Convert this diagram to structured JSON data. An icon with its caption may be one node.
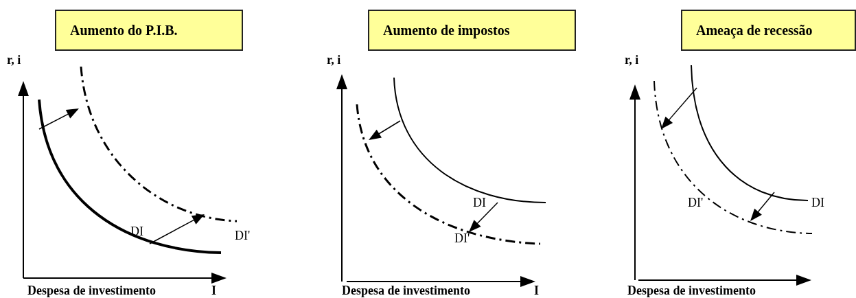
{
  "diagram": {
    "nodes": [
      {
        "text": [
          "Aumento do P.I.B."
        ]
      },
      {
        "text": [
          "Aumento de impostos"
        ]
      },
      {
        "text": [
          "Ameaça de recessão"
        ]
      }
    ],
    "labels": [
      "r, i",
      "DI",
      "DI'",
      "Despesa de investimento",
      "I",
      "r, i",
      "DI",
      "DI'",
      "Despesa de investimento",
      "I",
      "r, i",
      "DI'",
      "DI",
      "Despesa de investimento"
    ]
  }
}
